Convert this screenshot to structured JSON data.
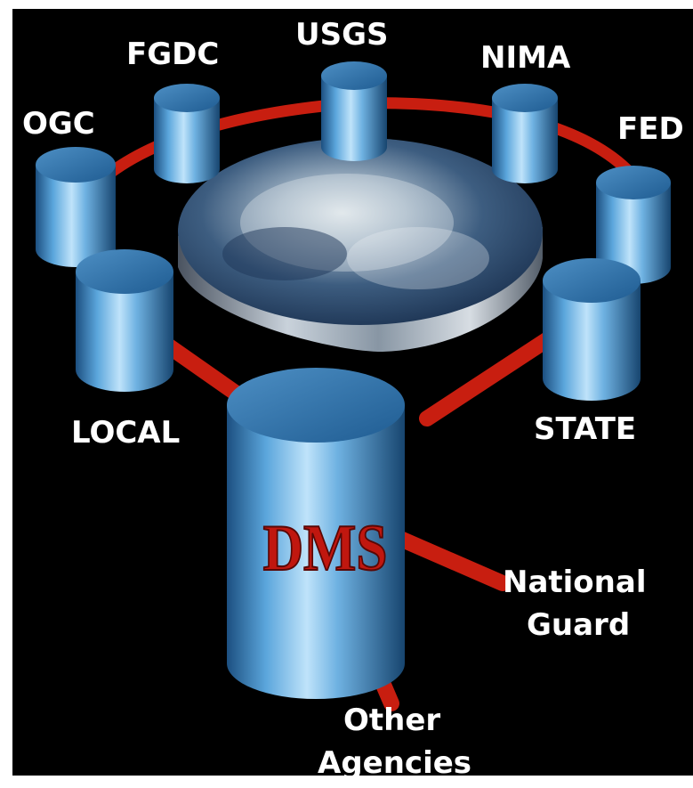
{
  "diagram": {
    "center": {
      "label": "DMS"
    },
    "ring_nodes": [
      {
        "id": "ogc",
        "label": "OGC"
      },
      {
        "id": "fgdc",
        "label": "FGDC"
      },
      {
        "id": "usgs",
        "label": "USGS"
      },
      {
        "id": "nima",
        "label": "NIMA"
      },
      {
        "id": "fed",
        "label": "FED"
      },
      {
        "id": "state",
        "label": "STATE"
      },
      {
        "id": "local",
        "label": "LOCAL"
      }
    ],
    "external_nodes": [
      {
        "id": "national-guard",
        "label_lines": [
          "National",
          "Guard"
        ]
      },
      {
        "id": "other-agencies",
        "label_lines": [
          "Other",
          "Agencies"
        ]
      }
    ]
  },
  "colors": {
    "background": "#000000",
    "border": "#ffffff",
    "ring": "#c81e10",
    "cylinder": "#3e8ccc",
    "dms_text": "#c0170f",
    "label": "#ffffff"
  }
}
